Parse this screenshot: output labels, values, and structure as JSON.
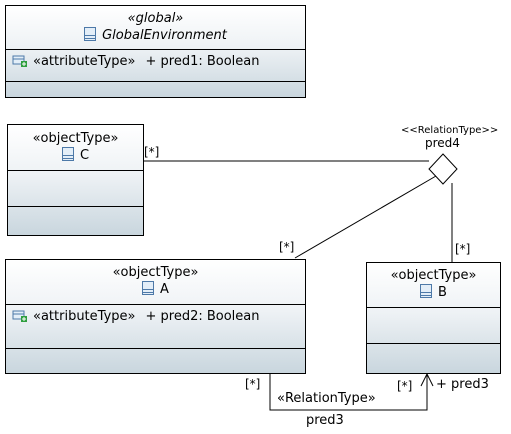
{
  "classes": {
    "global_env": {
      "stereotype": "«global»",
      "name": "GlobalEnvironment",
      "attribute": {
        "stereotype": "«attributeType»",
        "text": "+ pred1: Boolean"
      }
    },
    "c": {
      "stereotype": "«objectType»",
      "name": "C"
    },
    "a": {
      "stereotype": "«objectType»",
      "name": "A",
      "attribute": {
        "stereotype": "«attributeType»",
        "text": "+ pred2: Boolean"
      }
    },
    "b": {
      "stereotype": "«objectType»",
      "name": "B"
    }
  },
  "relations": {
    "pred4": {
      "stereotype": "<<RelationType>>",
      "name": "pred4",
      "mult_c": "[*]",
      "mult_a": "[*]",
      "mult_b": "[*]"
    },
    "pred3": {
      "stereotype": "«RelationType»",
      "name": "pred3",
      "mult_a": "[*]",
      "mult_b": "[*]",
      "role_b": "+ pred3"
    }
  },
  "colors": {
    "gradient_top": "#ffffff",
    "gradient_bottom": "#c9d6de",
    "icon_blue": "#4d79a8",
    "plus_green": "#2e9e3e"
  },
  "icons": {
    "class": "class-icon",
    "attribute": "attribute-icon"
  }
}
